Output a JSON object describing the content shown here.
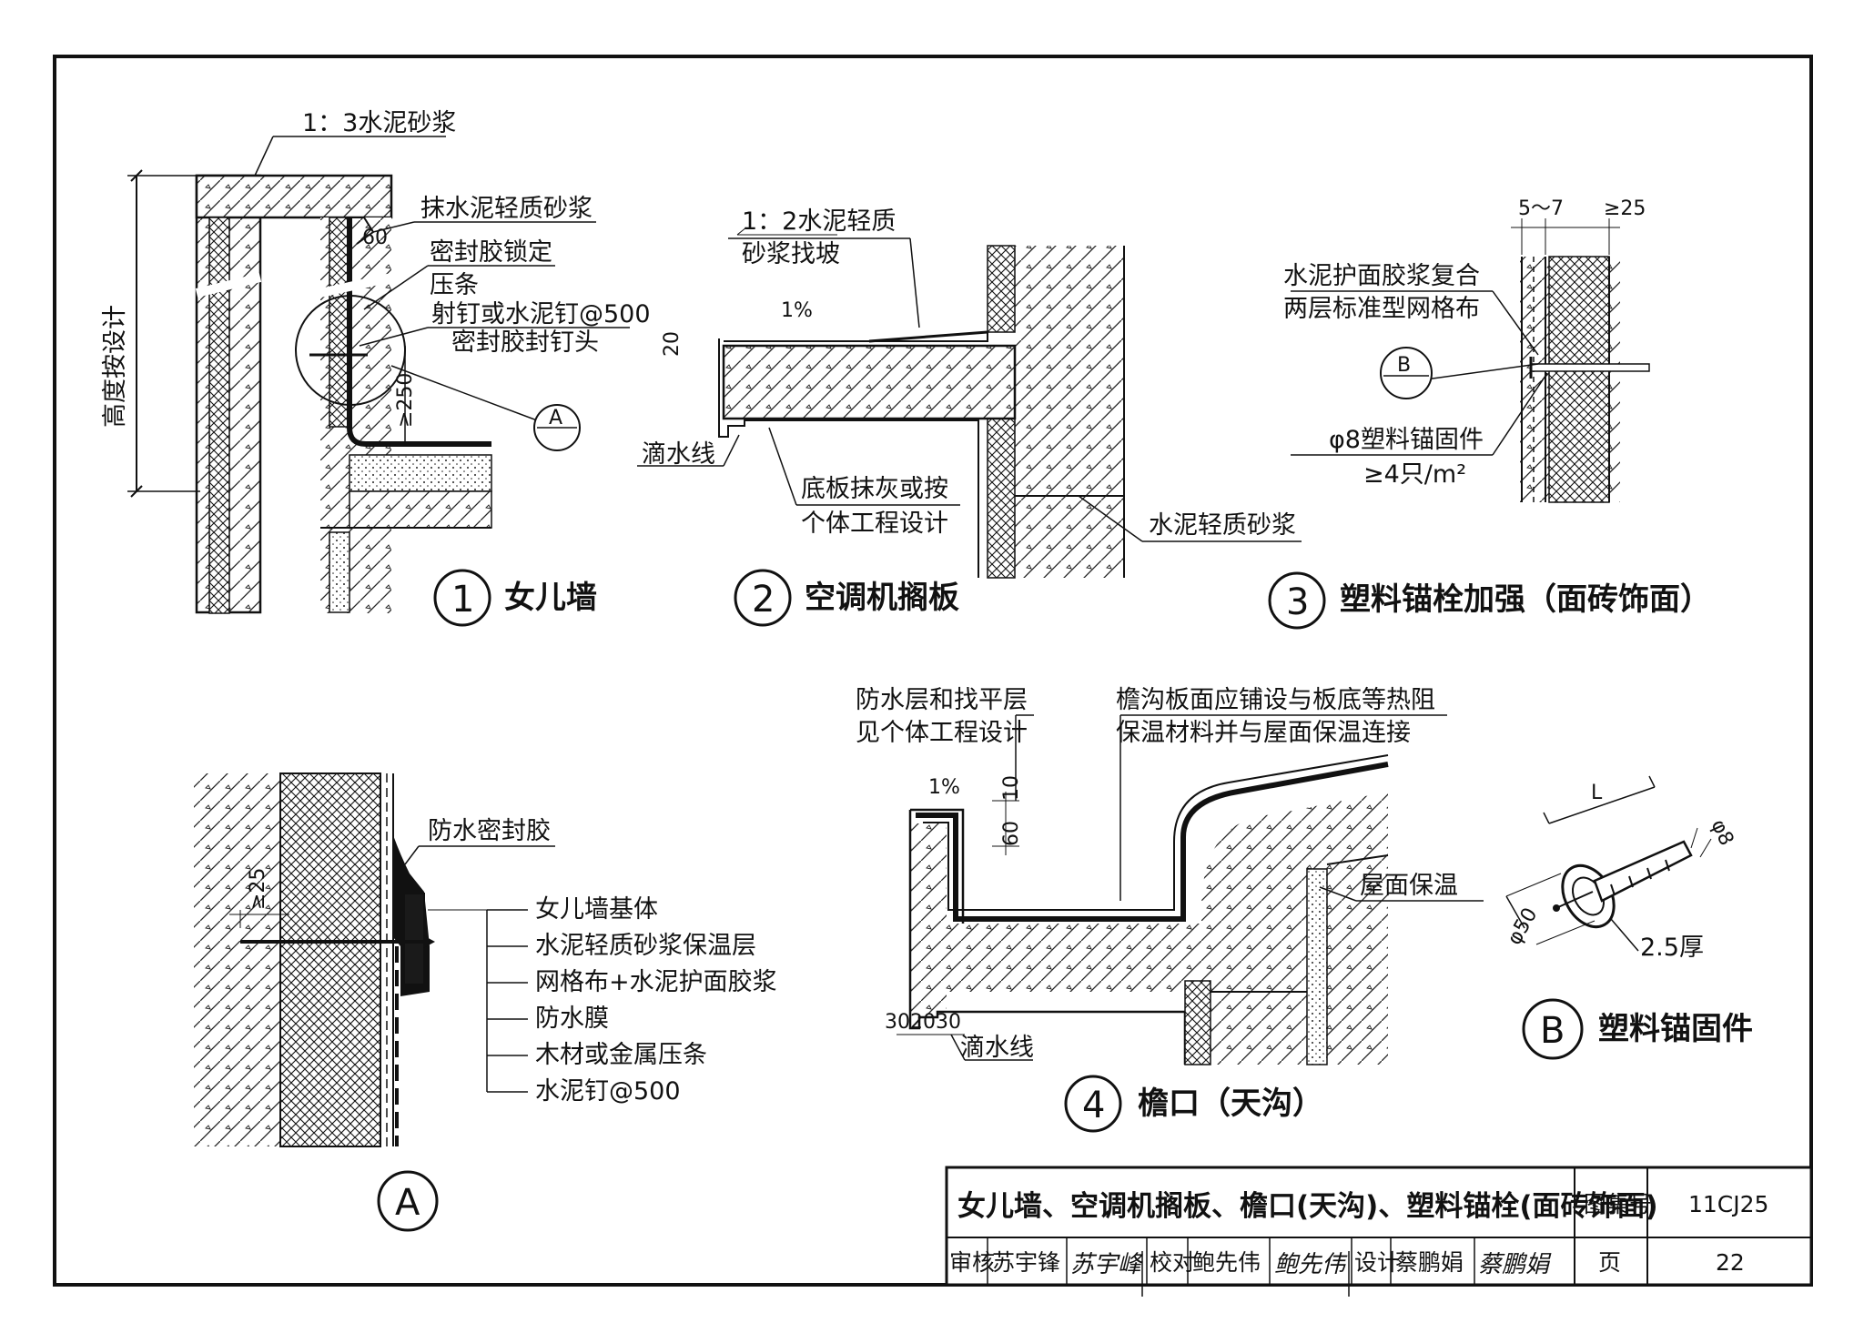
{
  "sheet": {
    "title": "女儿墙、空调机搁板、檐口(天沟)、塑料锚栓(面砖饰面)",
    "atlas_no_label": "图集号",
    "atlas_no": "11CJ25",
    "page_label": "页",
    "page_no": "22",
    "review_label": "审核",
    "reviewer": "苏宇锋",
    "reviewer_sign": "苏宇峰",
    "check_label": "校对",
    "checker": "鲍先伟",
    "checker_sign": "鲍先伟",
    "design_label": "设计",
    "designer": "蔡鹏娟",
    "designer_sign": "蔡鹏娟"
  },
  "detail1": {
    "num": "1",
    "caption": "女儿墙",
    "height_note": "高度按设计",
    "mortar_cap": "1：3水泥砂浆",
    "plaster": "抹水泥轻质砂浆",
    "sealant_lock": "密封胶锁定",
    "strip": "压条",
    "nail": "射钉或水泥钉@500",
    "nail_seal": "密封胶封钉头",
    "dim_60": "60",
    "dim_250": "≥250",
    "ref": "A"
  },
  "detail2": {
    "num": "2",
    "caption": "空调机搁板",
    "slope_mortar_1": "1：2水泥轻质",
    "slope_mortar_2": "砂浆找坡",
    "slope": "1%",
    "dim_20": "20",
    "drip": "滴水线",
    "bottom_1": "底板抹灰或按",
    "bottom_2": "个体工程设计",
    "insul": "水泥轻质砂浆"
  },
  "detail3": {
    "num": "3",
    "caption": "塑料锚栓加强（面砖饰面）",
    "dim_a": "5～7",
    "dim_b": "≥25",
    "mesh_1": "水泥护面胶浆复合",
    "mesh_2": "两层标准型网格布",
    "ref": "B",
    "anchor_1": "φ8塑料锚固件",
    "anchor_2": "≥4只/m²"
  },
  "detailA": {
    "ref": "A",
    "sealant": "防水密封胶",
    "dim_25": "≥25",
    "items": [
      "女儿墙基体",
      "水泥轻质砂浆保温层",
      "网格布+水泥护面胶浆",
      "防水膜",
      "木材或金属压条",
      "水泥钉@500"
    ]
  },
  "detail4": {
    "num": "4",
    "caption": "檐口（天沟）",
    "wp_1": "防水层和找平层",
    "wp_2": "见个体工程设计",
    "gutter_1": "檐沟板面应铺设与板底等热阻",
    "gutter_2": "保温材料并与屋面保温连接",
    "slope": "1%",
    "dim_10": "10",
    "dim_60": "60",
    "roof_insul": "屋面保温",
    "dim_bottom": "302030",
    "drip": "滴水线"
  },
  "detailB": {
    "ref": "B",
    "caption": "塑料锚固件",
    "dim_L": "L",
    "dim_8": "φ8",
    "dim_50": "φ50",
    "thick": "2.5厚"
  }
}
